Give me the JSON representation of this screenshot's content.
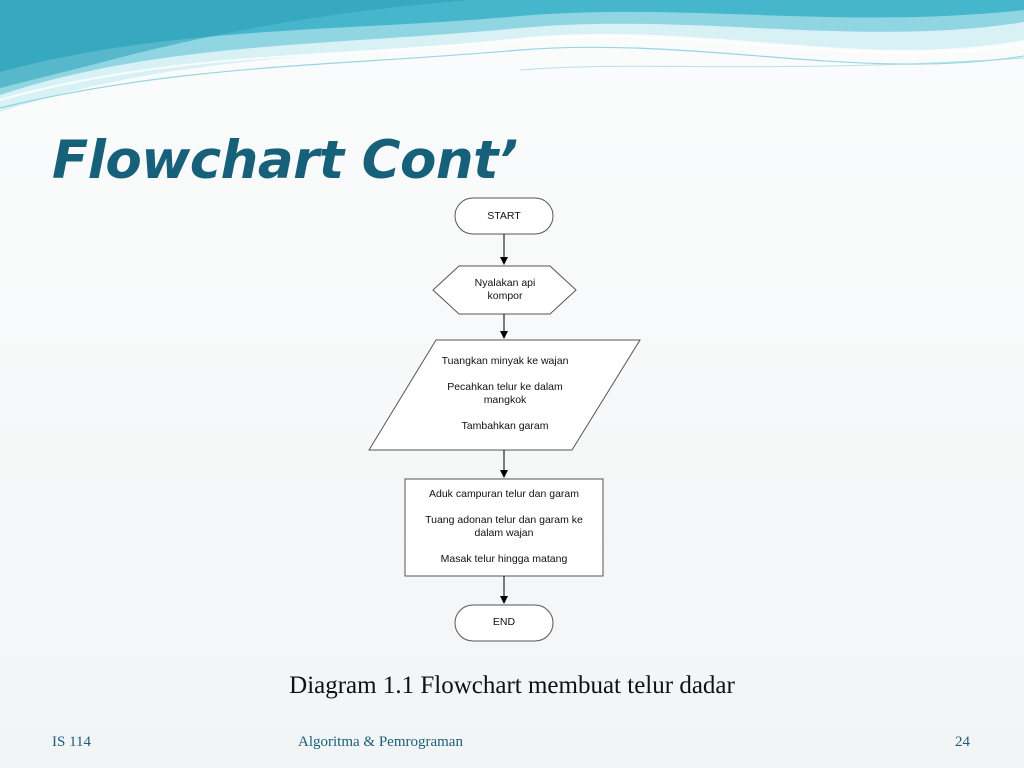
{
  "slide": {
    "title": "Flowchart Cont’",
    "caption": "Diagram 1.1 Flowchart membuat telur dadar"
  },
  "flowchart": {
    "start": "START",
    "step1": [
      "Nyalakan api",
      "kompor"
    ],
    "step2": [
      "Tuangkan minyak ke wajan",
      "Pecahkan telur ke dalam",
      "mangkok",
      "Tambahkan garam"
    ],
    "step3": [
      "Aduk campuran telur dan garam",
      "Tuang adonan telur dan garam ke",
      "dalam wajan",
      "Masak telur hingga matang"
    ],
    "end": "END"
  },
  "footer": {
    "left": "IS 114",
    "center": "Algoritma & Pemrograman",
    "page_number": "24"
  },
  "colors": {
    "title": "#17607a",
    "footer_text": "#1c5d7e",
    "wave_light": "#bfe8ef",
    "wave_mid": "#7fd0de",
    "wave_dark": "#3fb3c9"
  }
}
